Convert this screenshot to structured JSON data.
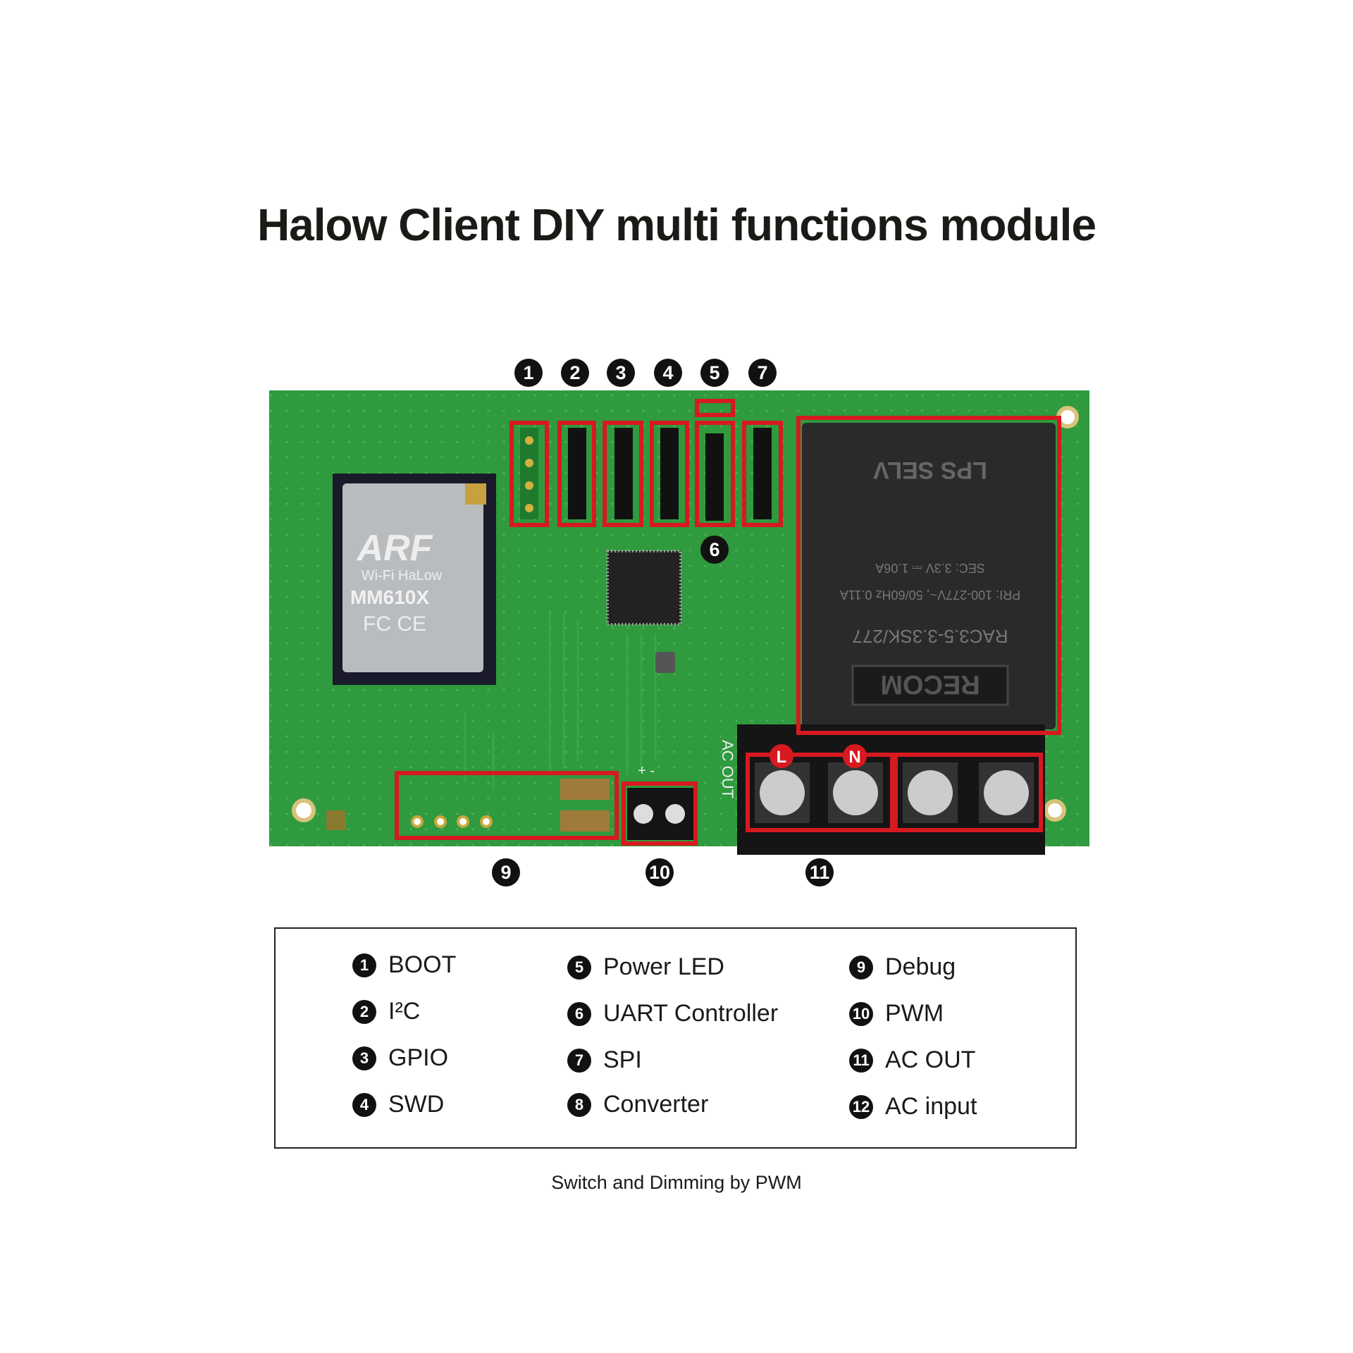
{
  "title": "Halow Client DIY multi functions module",
  "caption": "Switch and Dimming by PWM",
  "board": {
    "module_logo": "ARF",
    "module_sub": "Wi-Fi HaLow",
    "module_model": "MM610X",
    "module_marks": "FC CE",
    "converter_brand": "RECOM",
    "converter_model": "RAC3.5-3.3SK/277",
    "converter_pri": "PRI: 100-277V~, 50/60Hz 0.11A",
    "converter_sec": "SEC: 3.3V ⎓ 1.06A",
    "converter_marks": "LPS   SELV",
    "terminal_L": "L",
    "terminal_N": "N",
    "silk_ac_out": "AC OUT",
    "silk_pwm": "+ -",
    "highlight_color": "#d71920",
    "pcb_color": "#2f9a3e"
  },
  "callouts": [
    "1",
    "2",
    "3",
    "4",
    "5",
    "7",
    "6",
    "9",
    "10",
    "11"
  ],
  "legend": [
    {
      "num": "1",
      "label": "BOOT"
    },
    {
      "num": "2",
      "label": "I²C"
    },
    {
      "num": "3",
      "label": "GPIO"
    },
    {
      "num": "4",
      "label": "SWD"
    },
    {
      "num": "5",
      "label": "Power LED"
    },
    {
      "num": "6",
      "label": "UART Controller"
    },
    {
      "num": "7",
      "label": "SPI"
    },
    {
      "num": "8",
      "label": "Converter"
    },
    {
      "num": "9",
      "label": "Debug"
    },
    {
      "num": "10",
      "label": "PWM"
    },
    {
      "num": "11",
      "label": "AC OUT"
    },
    {
      "num": "12",
      "label": "AC input"
    }
  ]
}
